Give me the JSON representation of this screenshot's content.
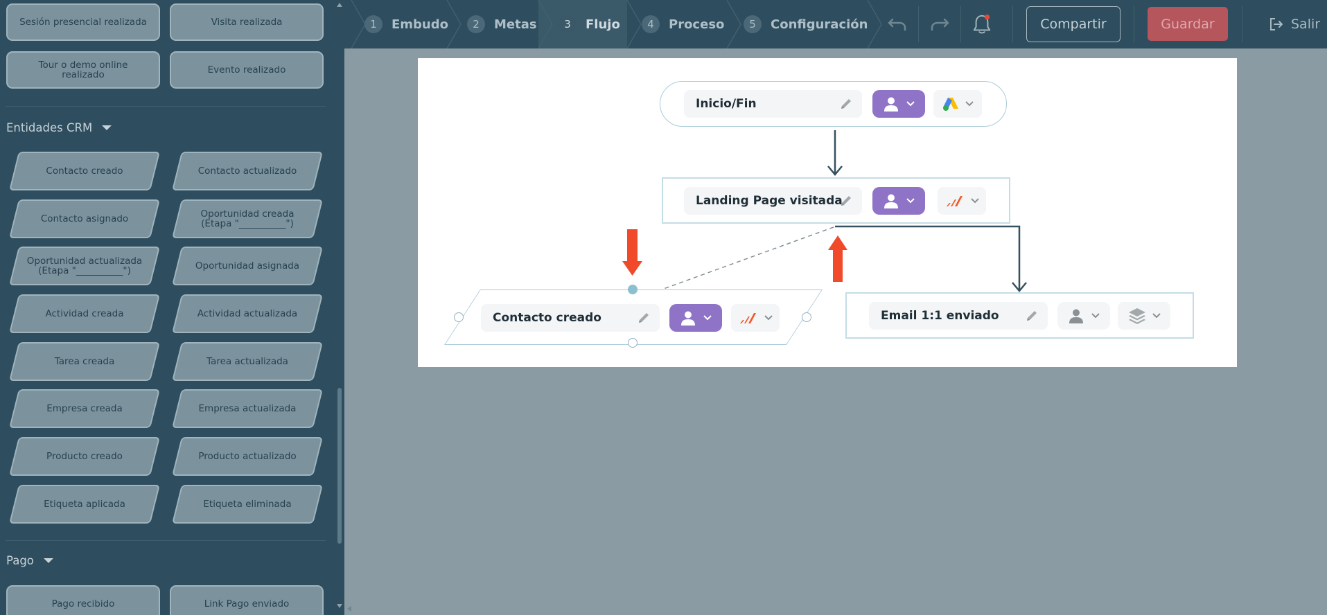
{
  "sidebar": {
    "top_buttons": [
      {
        "label": "Sesión presencial realizada"
      },
      {
        "label": "Visita realizada"
      },
      {
        "label": "Tour o demo online realizado"
      },
      {
        "label": "Evento realizado"
      }
    ],
    "crm_section_title": "Entidades CRM",
    "crm_items": [
      {
        "label": "Contacto creado"
      },
      {
        "label": "Contacto actualizado"
      },
      {
        "label": "Contacto asignado"
      },
      {
        "label": "Oportunidad creada (Etapa \"__________\")"
      },
      {
        "label": "Oportunidad actualizada (Etapa \"__________\")"
      },
      {
        "label": "Oportunidad asignada"
      },
      {
        "label": "Actividad creada"
      },
      {
        "label": "Actividad actualizada"
      },
      {
        "label": "Tarea creada"
      },
      {
        "label": "Tarea actualizada"
      },
      {
        "label": "Empresa creada"
      },
      {
        "label": "Empresa actualizada"
      },
      {
        "label": "Producto creado"
      },
      {
        "label": "Producto actualizado"
      },
      {
        "label": "Etiqueta aplicada"
      },
      {
        "label": "Etiqueta eliminada"
      }
    ],
    "pago_section_title": "Pago",
    "pago_items": [
      {
        "label": "Pago recibido"
      },
      {
        "label": "Link Pago enviado"
      }
    ]
  },
  "topbar": {
    "steps": [
      {
        "num": "1",
        "label": "Embudo"
      },
      {
        "num": "2",
        "label": "Metas"
      },
      {
        "num": "3",
        "label": "Flujo"
      },
      {
        "num": "4",
        "label": "Proceso"
      },
      {
        "num": "5",
        "label": "Configuración"
      }
    ],
    "active_step": "Flujo",
    "share_label": "Compartir",
    "save_label": "Guardar",
    "exit_label": "Salir"
  },
  "flow": {
    "nodes": [
      {
        "label": "Inicio/Fin",
        "shape": "pill",
        "role_icon": "person-icon",
        "source_icon": "google-ads-icon"
      },
      {
        "label": "Landing Page visitada",
        "shape": "rectangle",
        "role_icon": "person-icon",
        "source_icon": "analytics-bars-icon"
      },
      {
        "label": "Contacto creado",
        "shape": "parallelogram",
        "role_icon": "person-icon",
        "source_icon": "analytics-bars-icon",
        "selected": true
      },
      {
        "label": "Email 1:1 enviado",
        "shape": "rectangle",
        "role_icon": "person-icon",
        "source_icon": "layers-icon"
      }
    ]
  },
  "colors": {
    "sidebar_bg": "#2e4d5e",
    "canvas_bg": "#8a9ba3",
    "role_purple": "#8f73c7",
    "save_red": "#b5555c",
    "arrow_red": "#f04a2a",
    "connector": "#35505e"
  }
}
